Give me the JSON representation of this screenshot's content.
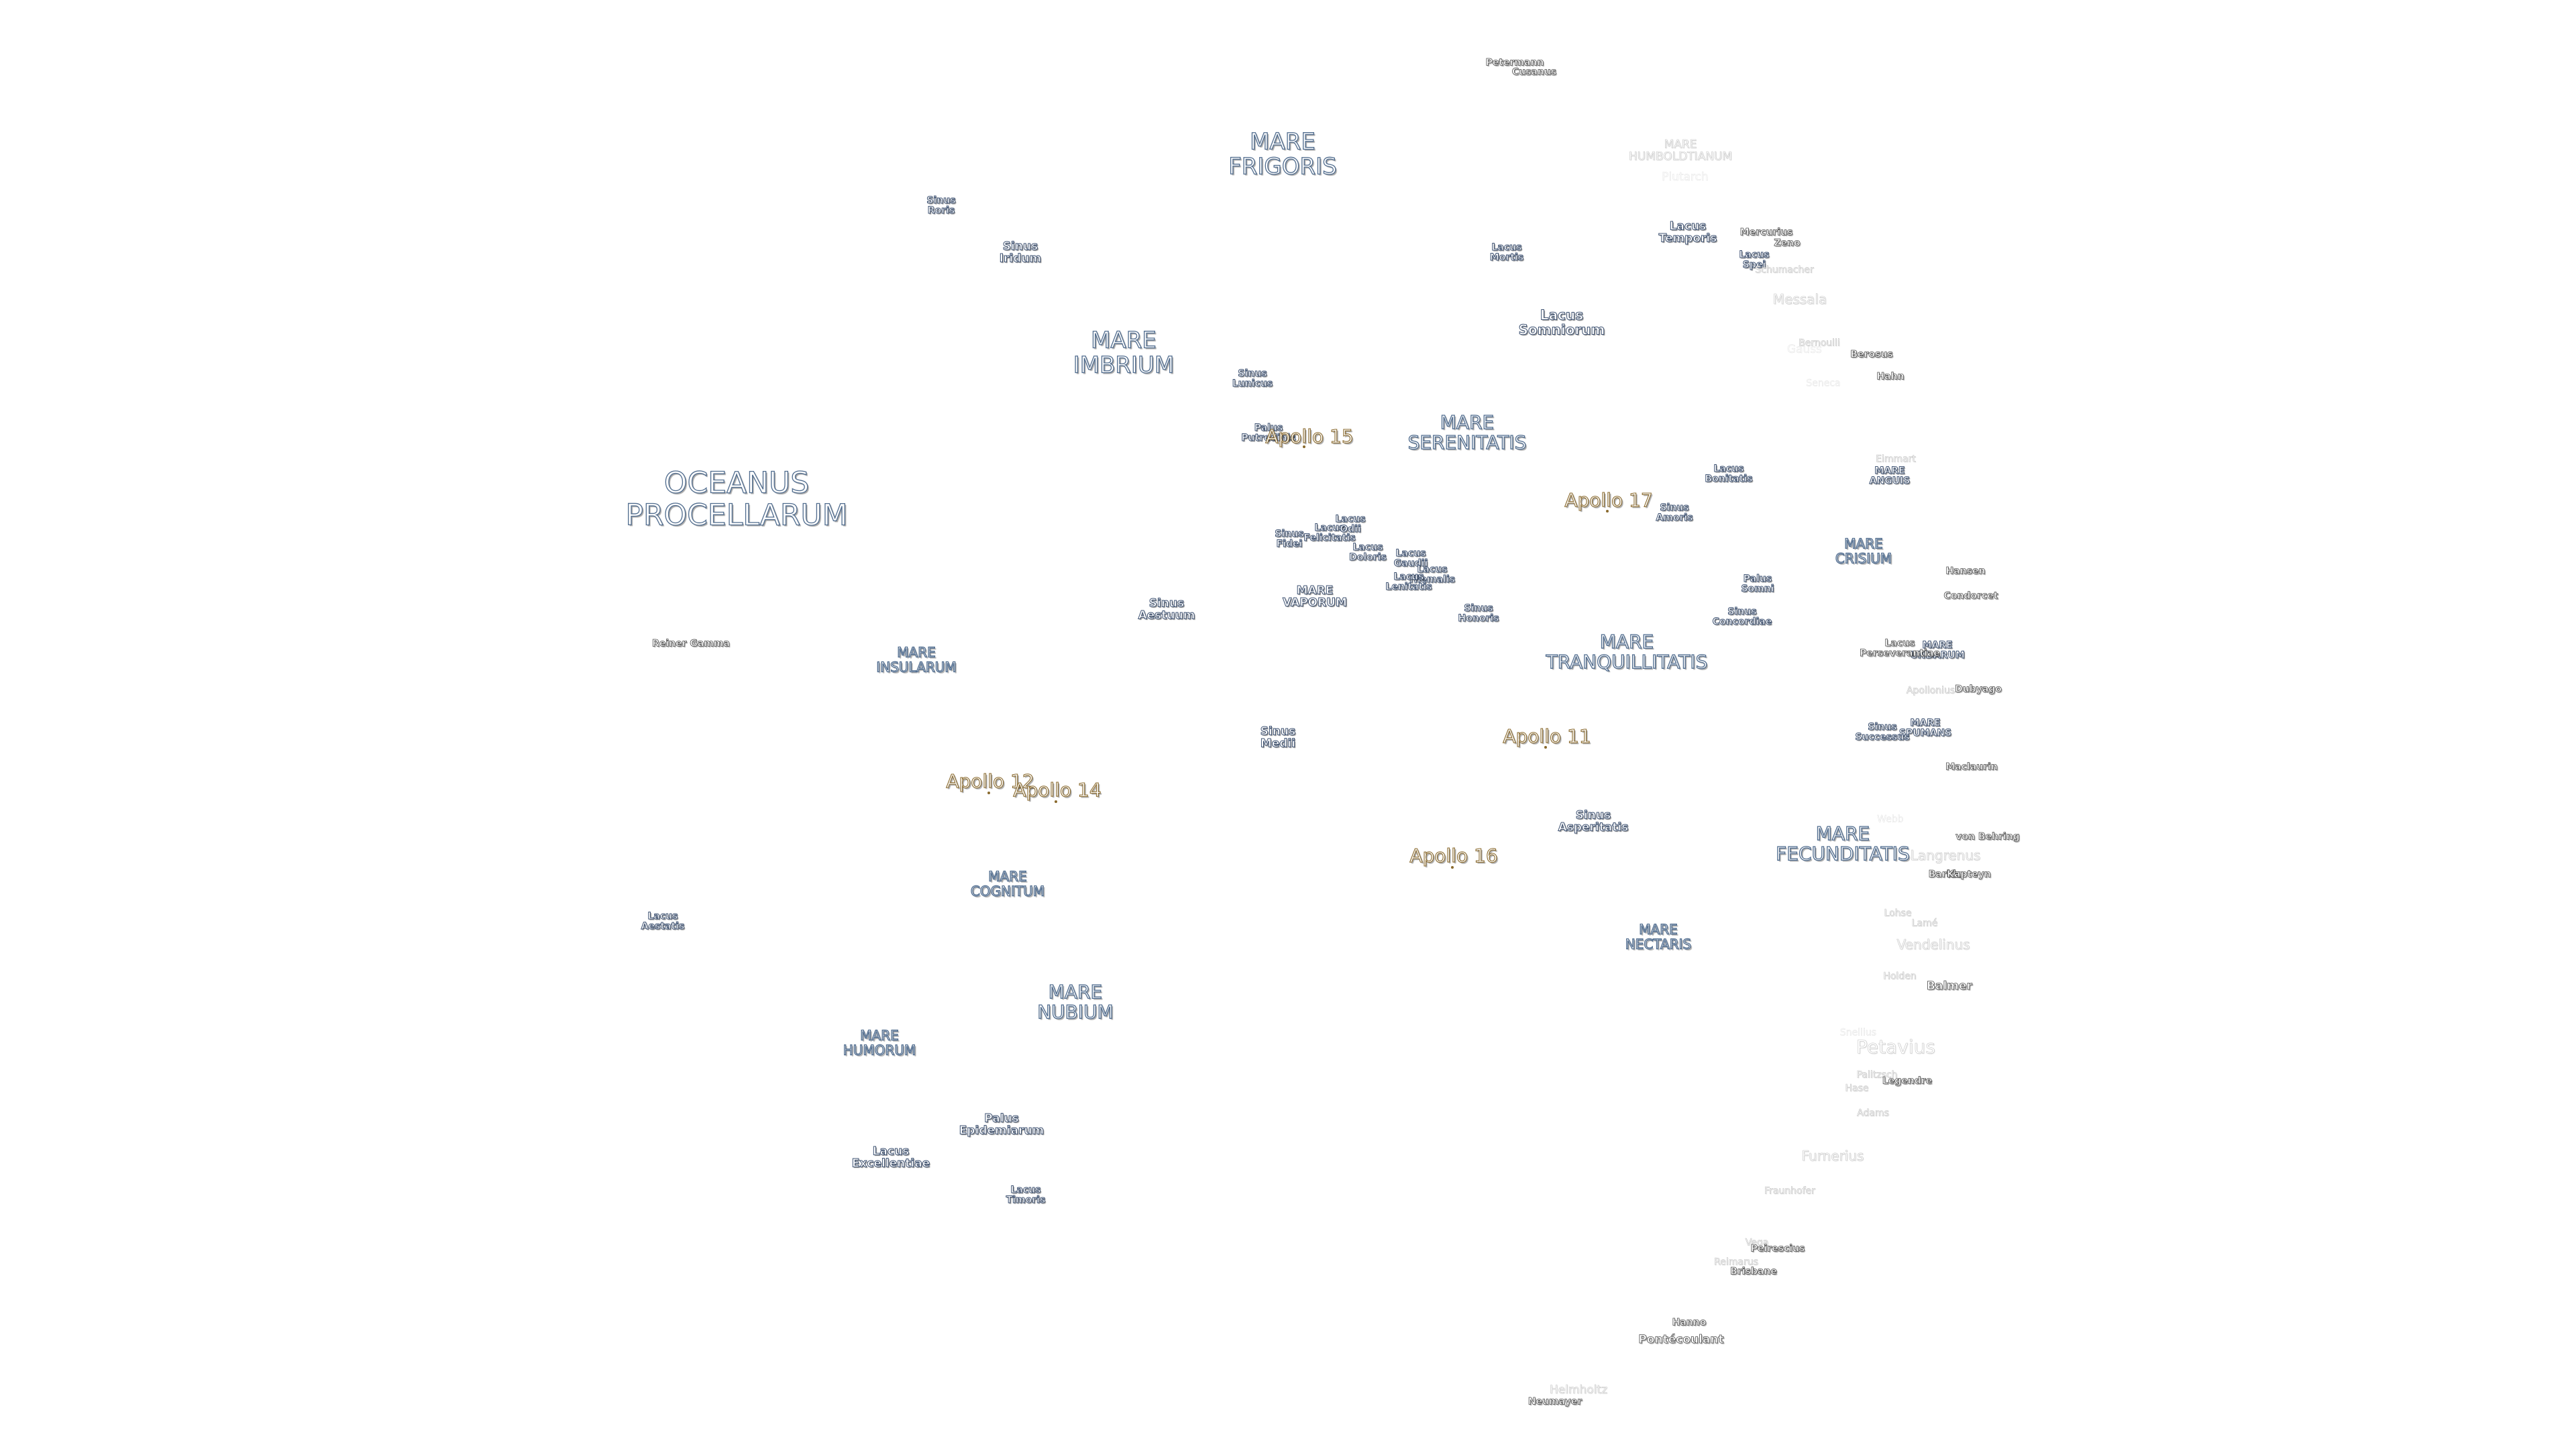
{
  "map": {
    "oceanus": {
      "name": "OCEANUS\nPROCELLARUM"
    },
    "maria": [
      {
        "id": "frigoris",
        "name": "MARE\nFRIGORIS"
      },
      {
        "id": "imbrium",
        "name": "MARE\nIMBRIUM"
      },
      {
        "id": "serenitatis",
        "name": "MARE\nSERENITATIS"
      },
      {
        "id": "tranquillitatis",
        "name": "MARE\nTRANQUILLITATIS"
      },
      {
        "id": "crisium",
        "name": "MARE\nCRISIUM"
      },
      {
        "id": "fecunditatis",
        "name": "MARE\nFECUNDITATIS"
      },
      {
        "id": "nectaris",
        "name": "MARE\nNECTARIS"
      },
      {
        "id": "insularum",
        "name": "MARE\nINSULARUM"
      },
      {
        "id": "cognitum",
        "name": "MARE\nCOGNITUM"
      },
      {
        "id": "nubium",
        "name": "MARE\nNUBIUM"
      },
      {
        "id": "humorum",
        "name": "MARE\nHUMORUM"
      },
      {
        "id": "vaporum",
        "name": "MARE\nVAPORUM"
      },
      {
        "id": "anguis",
        "name": "MARE\nANGUIS"
      },
      {
        "id": "undarum",
        "name": "MARE\nUNDARUM"
      },
      {
        "id": "spumans",
        "name": "MARE\nSPUMANS"
      },
      {
        "id": "humboldtianum",
        "name": "MARE\nHUMBOLDTIANUM"
      }
    ],
    "features": [
      {
        "id": "sinus-roris",
        "name": "Sinus\nRoris"
      },
      {
        "id": "sinus-iridum",
        "name": "Sinus\nIridum"
      },
      {
        "id": "lacus-mortis",
        "name": "Lacus\nMortis"
      },
      {
        "id": "lacus-temporis",
        "name": "Lacus\nTemporis"
      },
      {
        "id": "lacus-spei",
        "name": "Lacus\nSpei"
      },
      {
        "id": "lacus-somniorum",
        "name": "Lacus\nSomniorum"
      },
      {
        "id": "sinus-lunicus",
        "name": "Sinus\nLunicus"
      },
      {
        "id": "palus-putredinis",
        "name": "Palus\nPutredinis"
      },
      {
        "id": "lacus-bonitatis",
        "name": "Lacus\nBonitatis"
      },
      {
        "id": "sinus-amoris",
        "name": "Sinus\nAmoris"
      },
      {
        "id": "sinus-fidei",
        "name": "Sinus\nFidei"
      },
      {
        "id": "lacus-felicitatis",
        "name": "Lacus\nFelicitatis"
      },
      {
        "id": "lacus-odii",
        "name": "Lacus\nOdii"
      },
      {
        "id": "lacus-doloris",
        "name": "Lacus\nDoloris"
      },
      {
        "id": "lacus-gaudii",
        "name": "Lacus\nGaudii"
      },
      {
        "id": "lacus-hiemalis",
        "name": "Lacus\nHiemalis"
      },
      {
        "id": "lacus-lenitatis",
        "name": "Lacus\nLenitatis"
      },
      {
        "id": "sinus-aestuum",
        "name": "Sinus\nAestuum"
      },
      {
        "id": "sinus-honoris",
        "name": "Sinus\nHonoris"
      },
      {
        "id": "palus-somni",
        "name": "Palus\nSomni"
      },
      {
        "id": "sinus-concordiae",
        "name": "Sinus\nConcordiae"
      },
      {
        "id": "lacus-perseverantiae",
        "name": "Lacus\nPerseverantiae"
      },
      {
        "id": "sinus-medii",
        "name": "Sinus\nMedii"
      },
      {
        "id": "sinus-successus",
        "name": "Sinus\nSuccessus"
      },
      {
        "id": "sinus-asperitatis",
        "name": "Sinus\nAsperitatis"
      },
      {
        "id": "lacus-aestatis",
        "name": "Lacus\nAestatis"
      },
      {
        "id": "palus-epidemiarum",
        "name": "Palus\nEpidemiarum"
      },
      {
        "id": "lacus-excellentiae",
        "name": "Lacus\nExcellentiae"
      },
      {
        "id": "lacus-timoris",
        "name": "Lacus\nTimoris"
      }
    ],
    "craters": [
      {
        "id": "petermann",
        "name": "Petermann"
      },
      {
        "id": "cusanus",
        "name": "Cusanus"
      },
      {
        "id": "mercurius",
        "name": "Mercurius"
      },
      {
        "id": "zeno",
        "name": "Zeno"
      },
      {
        "id": "schumacher",
        "name": "Schumacher"
      },
      {
        "id": "messala",
        "name": "Messala"
      },
      {
        "id": "bernoulli",
        "name": "Bernoulli"
      },
      {
        "id": "berosus",
        "name": "Berosus"
      },
      {
        "id": "hahn",
        "name": "Hahn"
      },
      {
        "id": "gauss",
        "name": "Gauss"
      },
      {
        "id": "seneca",
        "name": "Seneca"
      },
      {
        "id": "plutarch",
        "name": "Plutarch"
      },
      {
        "id": "eimmart",
        "name": "Eimmart"
      },
      {
        "id": "hansen",
        "name": "Hansen"
      },
      {
        "id": "condorcet",
        "name": "Condorcet"
      },
      {
        "id": "reiner-gamma",
        "name": "Reiner Gamma"
      },
      {
        "id": "apollonius",
        "name": "Apollonius"
      },
      {
        "id": "dubyago",
        "name": "Dubyago"
      },
      {
        "id": "maclaurin",
        "name": "Maclaurin"
      },
      {
        "id": "webb",
        "name": "Webb"
      },
      {
        "id": "von-behring",
        "name": "von Behring"
      },
      {
        "id": "langrenus",
        "name": "Langrenus"
      },
      {
        "id": "barkla",
        "name": "Barkla"
      },
      {
        "id": "kapteyn",
        "name": "Kapteyn"
      },
      {
        "id": "lohse",
        "name": "Lohse"
      },
      {
        "id": "lame",
        "name": "Lamé"
      },
      {
        "id": "vendelinus",
        "name": "Vendelinus"
      },
      {
        "id": "holden",
        "name": "Holden"
      },
      {
        "id": "balmer",
        "name": "Balmer"
      },
      {
        "id": "snellius",
        "name": "Snellius"
      },
      {
        "id": "petavius",
        "name": "Petavius"
      },
      {
        "id": "palitzsch",
        "name": "Palitzsch"
      },
      {
        "id": "hase",
        "name": "Hase"
      },
      {
        "id": "legendre",
        "name": "Legendre"
      },
      {
        "id": "adams",
        "name": "Adams"
      },
      {
        "id": "furnerius",
        "name": "Furnerius"
      },
      {
        "id": "fraunhofer",
        "name": "Fraunhofer"
      },
      {
        "id": "vega",
        "name": "Vega"
      },
      {
        "id": "peirescius",
        "name": "Peirescius"
      },
      {
        "id": "reimarus",
        "name": "Reimarus"
      },
      {
        "id": "brisbane",
        "name": "Brisbane"
      },
      {
        "id": "hanno",
        "name": "Hanno"
      },
      {
        "id": "pontecoulant",
        "name": "Pontécoulant"
      },
      {
        "id": "helmholtz",
        "name": "Helmholtz"
      },
      {
        "id": "neumayer",
        "name": "Neumayer"
      }
    ],
    "landings": [
      {
        "id": "apollo-15",
        "name": "Apollo 15"
      },
      {
        "id": "apollo-17",
        "name": "Apollo 17"
      },
      {
        "id": "apollo-11",
        "name": "Apollo 11"
      },
      {
        "id": "apollo-12",
        "name": "Apollo 12"
      },
      {
        "id": "apollo-14",
        "name": "Apollo 14"
      },
      {
        "id": "apollo-16",
        "name": "Apollo 16"
      }
    ]
  }
}
